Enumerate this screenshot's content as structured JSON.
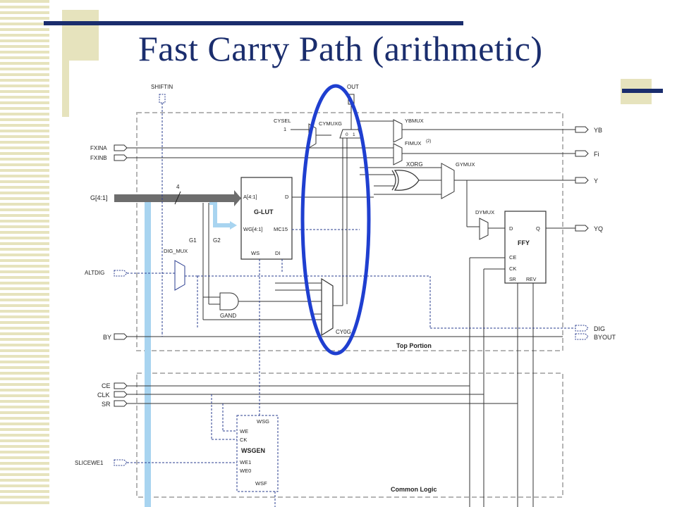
{
  "slide": {
    "title": "Fast Carry Path (arithmetic)"
  },
  "diagram": {
    "labels": {
      "shiftin": "SHIFTIN",
      "shiftout": "OUT",
      "cysel": "CYSEL",
      "cysel_one": "1",
      "cymuxg": "CYMUXG",
      "mux_0": "0",
      "mux_1": "1",
      "ybmux": "YBMUX",
      "fimux": "FIMUX",
      "fimux_sup": "(2)",
      "xorg": "XORG",
      "gymux": "GYMUX",
      "fxina": "FXINA",
      "fxinb": "FXINB",
      "g41": "G[4:1]",
      "bus_width": "4",
      "glut_a": "A[4:1]",
      "glut_d": "D",
      "glut_name": "G-LUT",
      "glut_wg": "WG[4:1]",
      "glut_mc15": "MC15",
      "glut_ws": "WS",
      "glut_di": "DI",
      "g1": "G1",
      "g2": "G2",
      "dig_mux": "DIG_MUX",
      "altdig": "ALTDIG",
      "gand": "GAND",
      "cy0g": "CY0G",
      "by": "BY",
      "top_portion": "Top Portion",
      "dymux": "DYMUX",
      "ffy_d": "D",
      "ffy_q": "Q",
      "ffy_name": "FFY",
      "ffy_ce": "CE",
      "ffy_ck": "CK",
      "ffy_sr": "SR",
      "ffy_rev": "REV",
      "out_yb": "YB",
      "out_fi": "Fi",
      "out_y": "Y",
      "out_yq": "YQ",
      "out_dig": "DIG",
      "out_byout": "BYOUT",
      "ce": "CE",
      "clk": "CLK",
      "sr": "SR",
      "slicewe1": "SLICEWE1",
      "wsg": "WSG",
      "wsgen_we": "WE",
      "wsgen_ck": "CK",
      "wsgen_name": "WSGEN",
      "wsgen_we1": "WE1",
      "wsgen_we0": "WE0",
      "wsf": "WSF",
      "common_logic": "Common Logic"
    },
    "colors": {
      "wire": "#333333",
      "dashed_wire": "#2a3c8f",
      "highlight_ring": "#1f3fd0",
      "shift_chain": "#a8d4f0",
      "region_border": "#b5b5b5",
      "title": "#1a2d6d",
      "stripe": "#e6e3bd"
    }
  }
}
